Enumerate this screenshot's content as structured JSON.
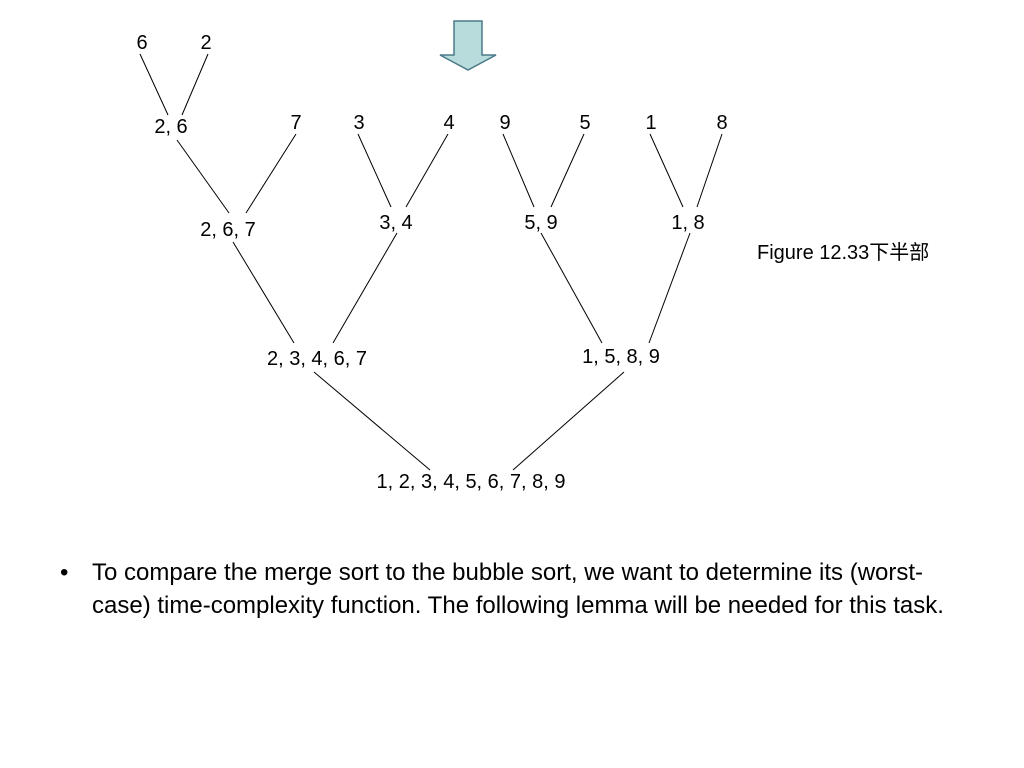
{
  "arrow": {
    "icon": "down-arrow-icon",
    "fill": "#b8dcdc",
    "stroke": "#4a7a8a"
  },
  "nodes": {
    "n6": "6",
    "n2": "2",
    "n26": "2, 6",
    "n7": "7",
    "n3": "3",
    "n4": "4",
    "n9": "9",
    "n5": "5",
    "n1": "1",
    "n8": "8",
    "n267": "2, 6, 7",
    "n34": "3, 4",
    "n59": "5, 9",
    "n18": "1, 8",
    "n23467": "2, 3, 4, 6, 7",
    "n1589": "1, 5, 8, 9",
    "nall": "1, 2, 3, 4, 5, 6, 7, 8, 9"
  },
  "caption": "Figure 12.33下半部",
  "bullet": {
    "mark": "•",
    "text": "To compare the merge sort to the bubble sort, we want to determine its (worst-case) time-complexity function. The following lemma will be needed for this task."
  }
}
